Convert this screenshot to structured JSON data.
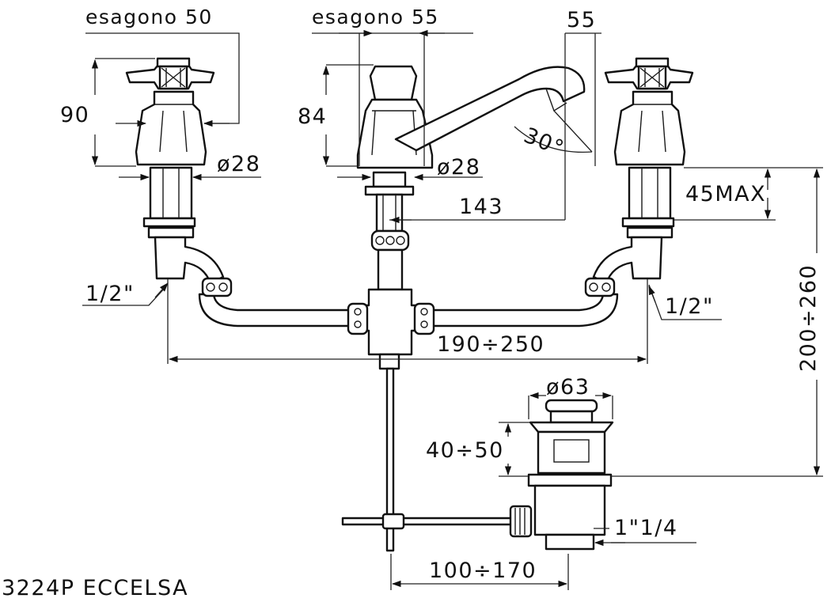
{
  "diagram": {
    "model_label": "3224P  ECCELSA",
    "dimensions": {
      "left_hex": "esagono  50",
      "center_hex": "esagono  55",
      "spout_reach_top": "55",
      "left_height": "90",
      "center_height": "84",
      "left_diameter": "ø28",
      "center_diameter": "ø28",
      "spout_angle": "30°",
      "spout_projection": "143",
      "max_thickness": "45MAX",
      "left_thread": "1/2\"",
      "right_thread": "1/2\"",
      "handle_spread": "190÷250",
      "total_height": "200÷260",
      "waste_diameter": "ø63",
      "waste_range": "40÷50",
      "waste_thread": "1\"1/4",
      "rod_offset": "100÷170"
    }
  }
}
